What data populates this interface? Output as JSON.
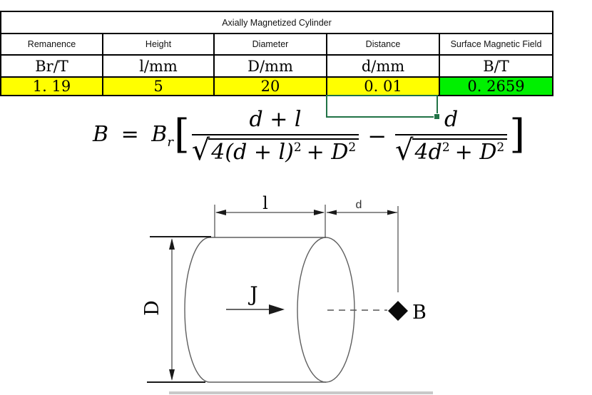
{
  "table": {
    "title": "Axially Magnetized Cylinder",
    "columns": [
      {
        "header": "Remanence",
        "unit": "Br/T",
        "value": "1. 19"
      },
      {
        "header": "Height",
        "unit": "l/mm",
        "value": "5"
      },
      {
        "header": "Diameter",
        "unit": "D/mm",
        "value": "20"
      },
      {
        "header": "Distance",
        "unit": "d/mm",
        "value": "0. 01"
      },
      {
        "header": "Surface Magnetic Field",
        "unit": "B/T",
        "value": "0. 2659"
      }
    ],
    "input_color": "#FFFF00",
    "result_color": "#00F000",
    "selection_color": "#217346"
  },
  "formula": {
    "lhs": "B",
    "equals": "=",
    "base": "B",
    "sub": "r",
    "open_bracket": "[",
    "frac1": {
      "numerator": "d + l",
      "radical": "√",
      "radicand_main": "4(d + l)",
      "sup1": "2",
      "radicand_rest": "+ D",
      "sup2": "2"
    },
    "minus": "−",
    "frac2": {
      "numerator": "d",
      "radical": "√",
      "radicand_main": "4d",
      "sup1": "2",
      "radicand_rest": "+ D",
      "sup2": "2"
    },
    "close_bracket": "]"
  },
  "diagram": {
    "length_label": "l",
    "gap_label": "d",
    "diameter_label": "D",
    "magnetization_label": "J",
    "field_label": "B"
  }
}
